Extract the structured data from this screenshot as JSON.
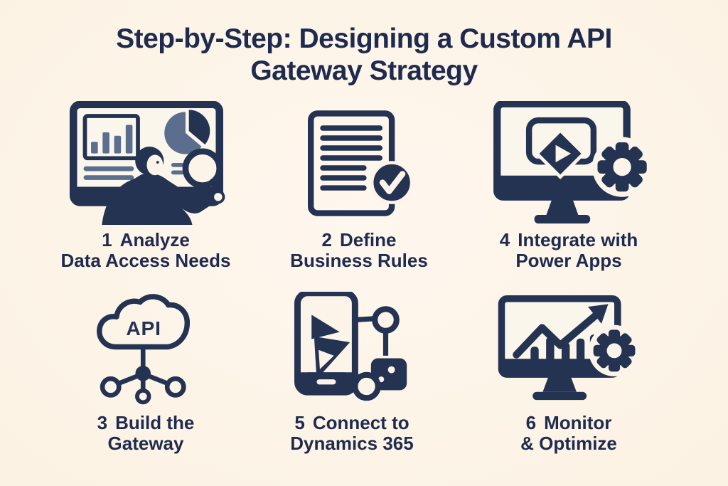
{
  "title": {
    "line1": "Step-by-Step: Designing a Custom API",
    "line2": "Gateway Strategy"
  },
  "colors": {
    "navy": "#243352",
    "slate": "#5b6e8e",
    "bg": "#fdf4e9",
    "screen": "#fbf6ec",
    "text": "#1f2b4e"
  },
  "steps": [
    {
      "number": "1",
      "line1": "Analyze",
      "line2": "Data Access Needs",
      "icon": "analysis-dashboard-magnifier"
    },
    {
      "number": "2",
      "line1": "Define",
      "line2": "Business Rules",
      "icon": "document-checkmark"
    },
    {
      "number": "4",
      "line1": "Integrate with",
      "line2": "Power Apps",
      "icon": "monitor-power-apps-gear"
    },
    {
      "number": "3",
      "line1": "Build the",
      "line2": "Gateway",
      "icon": "api-cloud-network",
      "cloud_label": "API"
    },
    {
      "number": "5",
      "line1": "Connect to",
      "line2": "Dynamics 365",
      "icon": "phone-dynamics-connector"
    },
    {
      "number": "6",
      "line1": "Monitor",
      "line2": "& Optimize",
      "icon": "monitor-growth-chart-gear"
    }
  ]
}
